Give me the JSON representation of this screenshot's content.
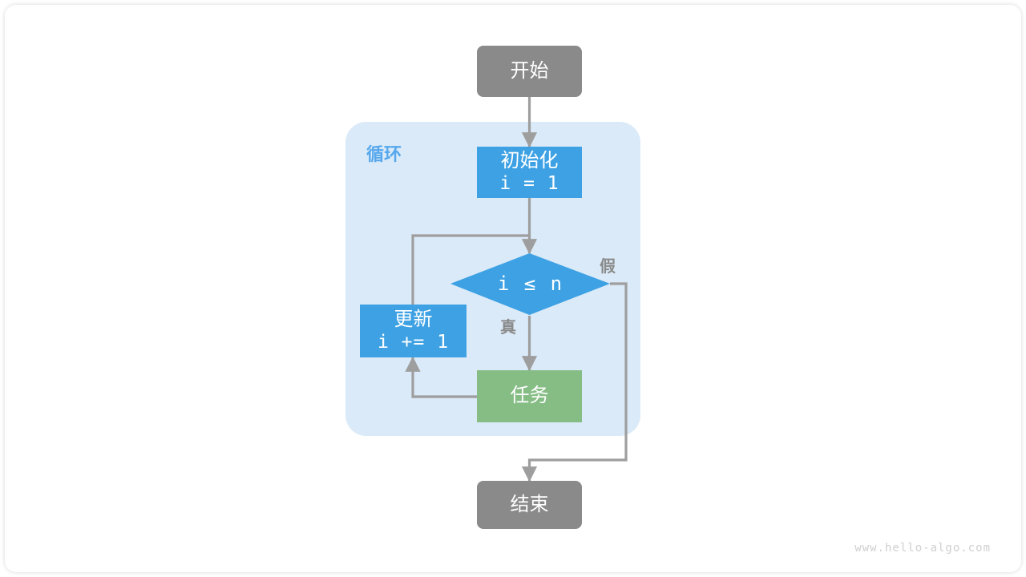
{
  "diagram": {
    "title_watermark": "www.hello-algo.com",
    "loop_container": {
      "label": "循环",
      "fill": "#daeaf8",
      "label_color": "#57a8ec"
    },
    "nodes": {
      "start": {
        "label": "开始",
        "shape": "terminal",
        "fill": "#8a8a8a"
      },
      "init": {
        "line1": "初始化",
        "line2": "i = 1",
        "shape": "process",
        "fill": "#3da1e4"
      },
      "decision": {
        "label": "i ≤ n",
        "shape": "diamond",
        "fill": "#3da1e4"
      },
      "update": {
        "line1": "更新",
        "line2": "i += 1",
        "shape": "process",
        "fill": "#3da1e4"
      },
      "task": {
        "label": "任务",
        "shape": "process",
        "fill": "#86bd85"
      },
      "end": {
        "label": "结束",
        "shape": "terminal",
        "fill": "#8a8a8a"
      }
    },
    "edge_labels": {
      "true_branch": "真",
      "false_branch": "假"
    },
    "edge_color": "#9e9e9e"
  }
}
